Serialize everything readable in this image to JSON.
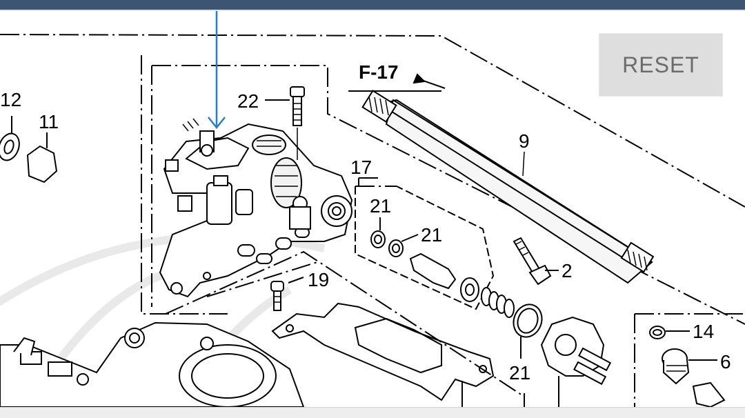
{
  "toolbar": {
    "reset_label": "RESET"
  },
  "colors": {
    "top_bar": "#3b5573",
    "pointer_arrow": "#1f7fd1",
    "reset_bg": "#dedede"
  },
  "diagram": {
    "reference": "F-17",
    "callouts": {
      "c12": "12",
      "c11": "11",
      "c22": "22",
      "c17": "17",
      "c21a": "21",
      "c21b": "21",
      "c21c": "21",
      "c9": "9",
      "c2": "2",
      "c19": "19",
      "c14": "14",
      "c6": "6"
    }
  }
}
